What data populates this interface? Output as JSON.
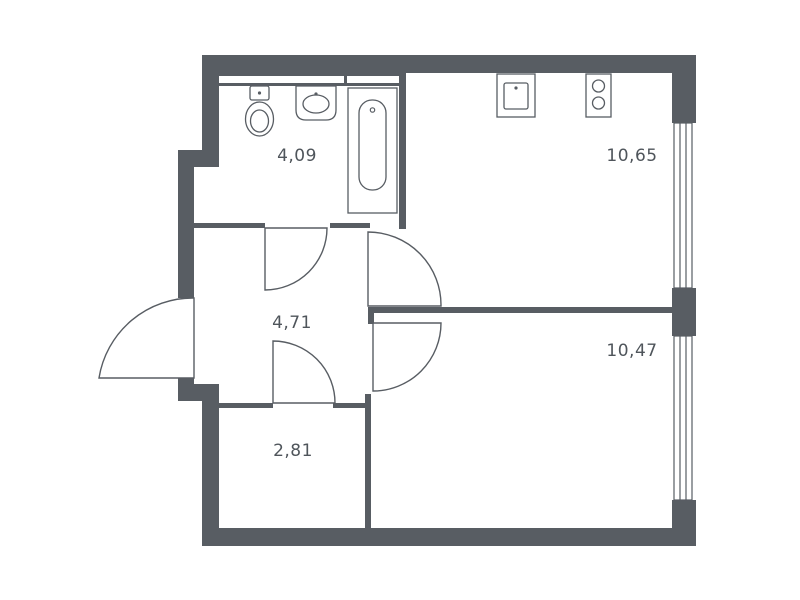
{
  "rooms": {
    "bathroom": {
      "area": "4,09"
    },
    "kitchen": {
      "area": "10,65"
    },
    "hallway": {
      "area": "4,71"
    },
    "bedroom": {
      "area": "10,47"
    },
    "storage": {
      "area": "2,81"
    }
  },
  "colors": {
    "wall": "#585d63",
    "background": "#ffffff",
    "label": "#4f555b"
  }
}
